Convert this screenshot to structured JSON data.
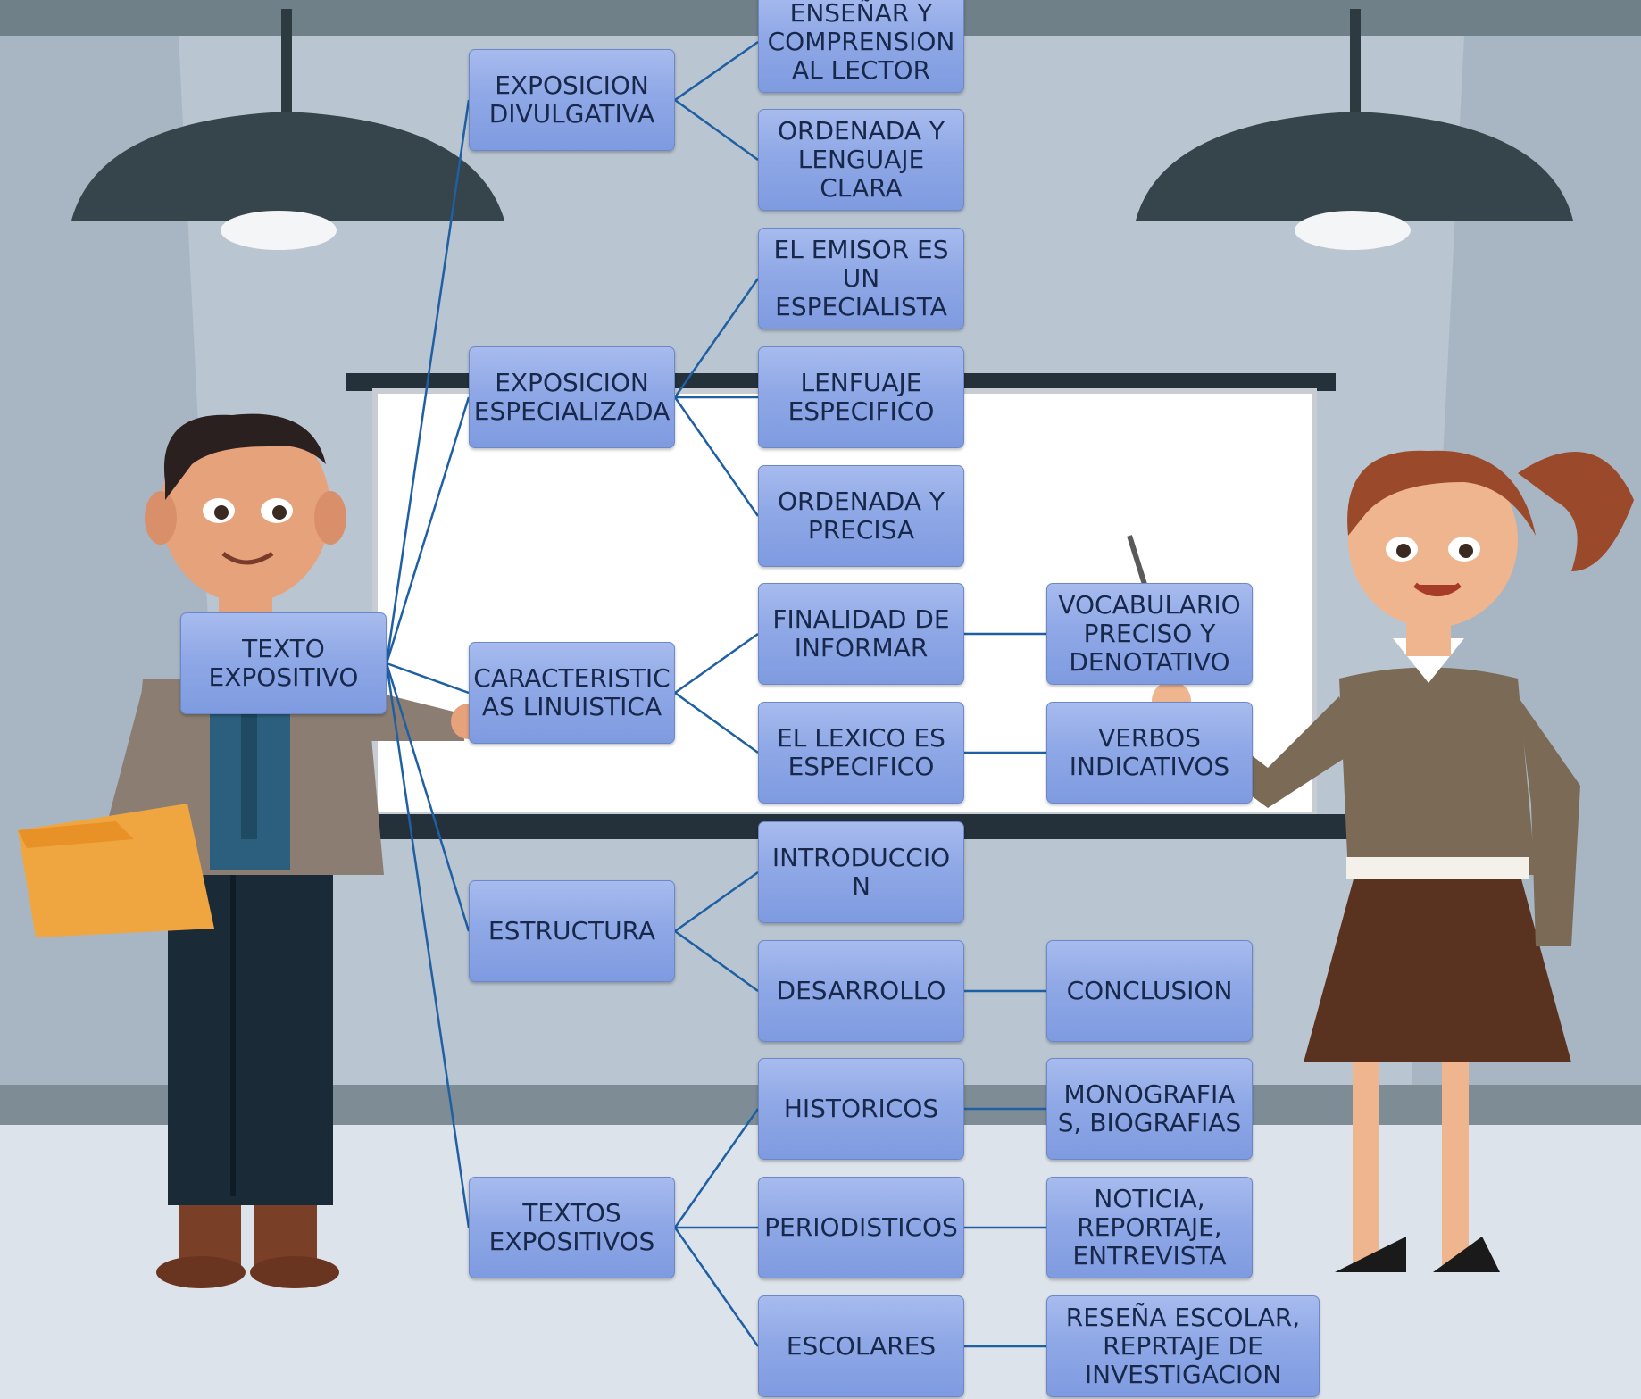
{
  "diagram": {
    "link_color": "#1f5fa3",
    "node_fill": "#8fa8e6",
    "root": {
      "label": "TEXTO\nEXPOSITIVO"
    },
    "branches": {
      "divulgativa": {
        "label": "EXPOSICION\nDIVULGATIVA"
      },
      "especializada": {
        "label": "EXPOSICION\nESPECIALIZADA"
      },
      "caracteristicas": {
        "label": "CARACTERISTIC\nAS LINUISTICA"
      },
      "estructura": {
        "label": "ESTRUCTURA"
      },
      "textos": {
        "label": "TEXTOS\nEXPOSITIVOS"
      }
    },
    "children": {
      "ensenar": {
        "label": "ENSEÑAR Y\nCOMPRENSION\nAL LECTOR"
      },
      "ordenada_lenguaje": {
        "label": "ORDENADA Y\nLENGUAJE\nCLARA"
      },
      "emisor": {
        "label": "EL EMISOR ES\nUN\nESPECIALISTA"
      },
      "lenfuaje": {
        "label": "LENFUAJE\nESPECIFICO"
      },
      "ordenada_precisa": {
        "label": "ORDENADA Y\nPRECISA"
      },
      "finalidad": {
        "label": "FINALIDAD DE\nINFORMAR"
      },
      "lexico": {
        "label": "EL LEXICO ES\nESPECIFICO"
      },
      "introduccion": {
        "label": "INTRODUCCIO\nN"
      },
      "desarrollo": {
        "label": "DESARROLLO"
      },
      "historicos": {
        "label": "HISTORICOS"
      },
      "periodisticos": {
        "label": "PERIODISTICOS"
      },
      "escolares": {
        "label": "ESCOLARES"
      }
    },
    "leaves": {
      "vocabulario": {
        "label": "VOCABULARIO\nPRECISO Y\nDENOTATIVO"
      },
      "verbos": {
        "label": "VERBOS\nINDICATIVOS"
      },
      "conclusion": {
        "label": "CONCLUSION"
      },
      "monografias": {
        "label": "MONOGRAFIA\nS, BIOGRAFIAS"
      },
      "noticia": {
        "label": "NOTICIA,\nREPORTAJE,\nENTREVISTA"
      },
      "resena": {
        "label": "RESEÑA ESCOLAR,\nREPRTAJE DE\nINVESTIGACION"
      }
    }
  }
}
